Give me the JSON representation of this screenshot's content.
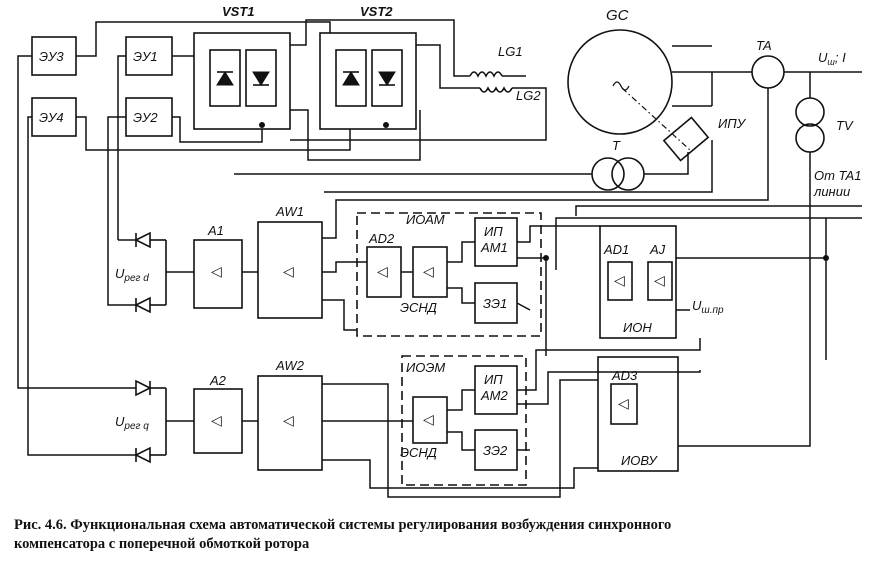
{
  "labels": {
    "eu3": "ЭУ3",
    "eu1": "ЭУ1",
    "eu4": "ЭУ4",
    "eu2": "ЭУ2",
    "vst1": "VST1",
    "vst2": "VST2",
    "lg1": "LG1",
    "lg2": "LG2",
    "gc": "GC",
    "ta": "TA",
    "u_sh": "U",
    "u_sh_sub": "ш",
    "u_sh_rest": "; I",
    "tv": "TV",
    "t": "T",
    "ipu": "ИПУ",
    "ot_ta1": "От TA1",
    "linii": "линии",
    "a1": "A1",
    "aw1": "AW1",
    "ioam": "ИОАМ",
    "ad2": "AD2",
    "ip_am1_line1": "ИП",
    "ip_am1_line2": "AM1",
    "esnd1": "ЭСНД",
    "ze1": "ЗЭ1",
    "ad1": "AD1",
    "aj": "AJ",
    "ion": "ИОН",
    "u_reg_d": "U",
    "u_reg_d_sub": "рег d",
    "u_sh_pr": "U",
    "u_sh_pr_sub": "ш.пр",
    "a2": "A2",
    "aw2": "AW2",
    "ioem": "ИОЭМ",
    "ip_am2_line1": "ИП",
    "ip_am2_line2": "AM2",
    "esnd2": "ЭСНД",
    "ze2": "ЗЭ2",
    "ad3": "AD3",
    "iovu": "ИОВУ",
    "u_reg_q": "U",
    "u_reg_q_sub": "рег q"
  },
  "amplifier_symbol": "◁",
  "caption": {
    "line1": "Рис. 4.6. Функциональная схема автоматической системы регулирования возбуждения синхронного",
    "line2": "компенсатора с поперечной обмоткой ротора"
  }
}
